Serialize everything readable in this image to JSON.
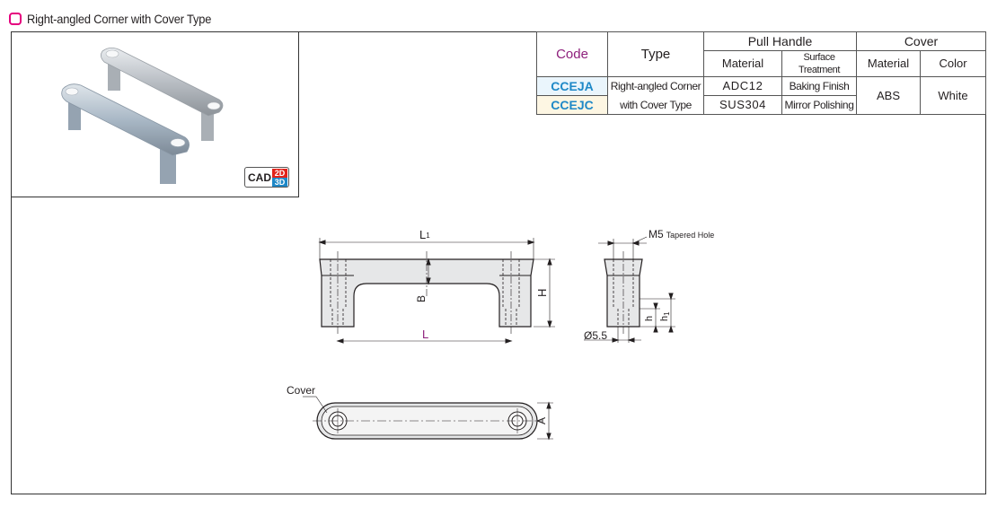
{
  "header": {
    "title": "Right-angled Corner with Cover Type",
    "icon": "pink-rounded-square-icon"
  },
  "cad_badge": {
    "label": "CAD",
    "dim2": "2D",
    "dim3": "3D"
  },
  "table": {
    "headers": {
      "code": "Code",
      "type": "Type",
      "pull_handle": "Pull Handle",
      "cover": "Cover",
      "material": "Material",
      "surface_treatment": "Surface Treatment",
      "cover_material": "Material",
      "color": "Color"
    },
    "rows": [
      {
        "code": "CCEJA",
        "type_line1": "Right-angled Corner",
        "material": "ADC12",
        "surface": "Baking Finish"
      },
      {
        "code": "CCEJC",
        "type_line2": "with Cover Type",
        "material": "SUS304",
        "surface": "Mirror Polishing"
      }
    ],
    "cover_material": "ABS",
    "cover_color": "White"
  },
  "drawing": {
    "L1": "L",
    "L1_sub": "1",
    "L": "L",
    "H": "H",
    "B": "B",
    "A": "A",
    "h": "h",
    "h1": "h",
    "h1_sub": "1",
    "M5": "M5",
    "tapered": "Tapered Hole",
    "dia": "Ø5.5",
    "cover": "Cover"
  },
  "colors": {
    "accent_pink": "#e5007e",
    "code_blue": "#1e88c7",
    "header_purple": "#8e1f7c",
    "L_purple": "#8e1f7c"
  }
}
